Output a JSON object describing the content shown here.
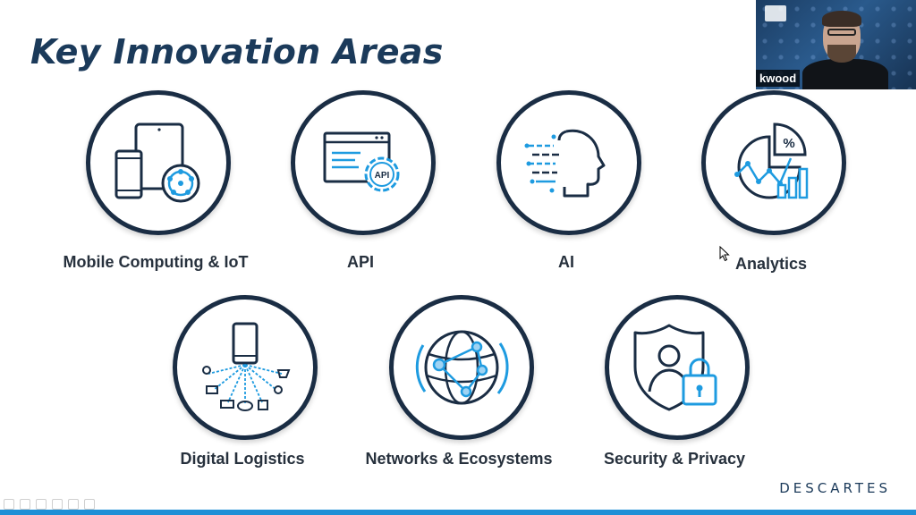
{
  "slide": {
    "title": "Key Innovation Areas",
    "logo": "DESCARTES"
  },
  "video": {
    "participant_name": "kwood"
  },
  "tiles": [
    {
      "label": "Mobile Computing & IoT",
      "icon": "mobile-iot-icon"
    },
    {
      "label": "API",
      "icon": "api-gear-icon"
    },
    {
      "label": "AI",
      "icon": "ai-head-icon"
    },
    {
      "label": "Analytics",
      "icon": "analytics-chart-icon"
    },
    {
      "label": "Digital Logistics",
      "icon": "digital-logistics-icon"
    },
    {
      "label": "Networks & Ecosystems",
      "icon": "network-globe-icon"
    },
    {
      "label": "Security & Privacy",
      "icon": "security-shield-lock-icon"
    }
  ],
  "colors": {
    "navy": "#1a2d44",
    "accent_blue": "#1e9be0",
    "title": "#1b3a5a"
  }
}
